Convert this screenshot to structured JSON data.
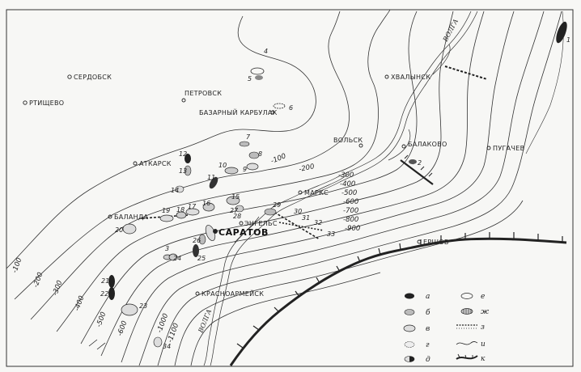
{
  "cities": {
    "serdobsk": "СЕРДОБСК",
    "rtishchevo": "РТИЩЕВО",
    "petrovsk": "ПЕТРОВСК",
    "bazarny_karbulak": "БАЗАРНЫЙ КАРБУЛАК",
    "khvalynsk": "ХВАЛЫНСК",
    "volsk": "ВОЛЬСК",
    "balakovo": "БАЛАКОВО",
    "pugachev": "ПУГАЧЕВ",
    "atkarsk": "АТКАРСК",
    "marks": "МАРКС",
    "balanda": "БАЛАНДА",
    "engels": "ЭНГЕЛЬС",
    "saratov": "САРАТОВ",
    "ershov": "ЕРШОВ",
    "krasnoarmeysk": "КРАСНОАРМЕЙСК"
  },
  "rivers": {
    "volga_north": "ВОЛГА",
    "volga_south": "ВОЛГА"
  },
  "isolines": [
    "-100",
    "-200",
    "-300",
    "-400",
    "-500",
    "-600",
    "-700",
    "-800",
    "-900",
    "-1000"
  ],
  "isolines_left": [
    "-100",
    "-200",
    "-300",
    "-400",
    "-500",
    "-600"
  ],
  "isolines_bottom": [
    "-1000",
    "-1100"
  ],
  "deposits": [
    "1",
    "2",
    "3",
    "4",
    "5",
    "6",
    "7",
    "8",
    "9",
    "10",
    "11",
    "12",
    "13",
    "14",
    "15",
    "16",
    "17",
    "18",
    "19",
    "20",
    "21",
    "22",
    "23",
    "24",
    "25",
    "26",
    "27",
    "28",
    "29",
    "30",
    "31",
    "32",
    "33",
    "34"
  ],
  "legend": [
    "а",
    "б",
    "в",
    "г",
    "д",
    "е",
    "ж",
    "з",
    "и",
    "к"
  ],
  "colors": {
    "ink": "#222222",
    "paper": "#f7f7f5"
  }
}
